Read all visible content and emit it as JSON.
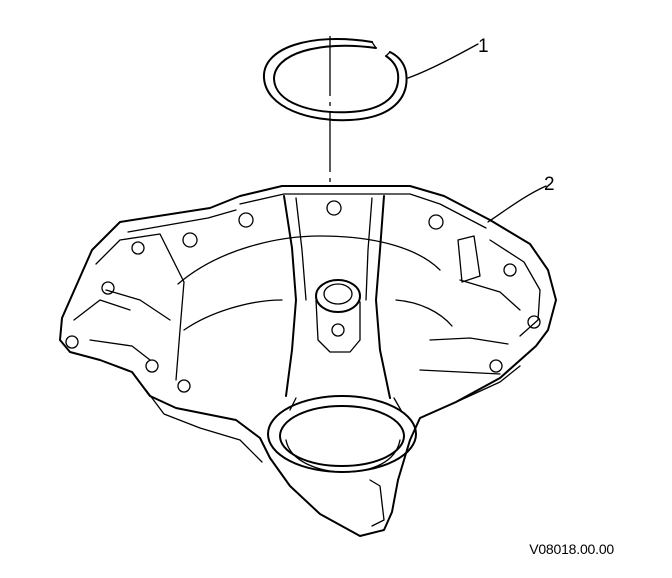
{
  "callouts": [
    {
      "number": "1"
    },
    {
      "number": "2"
    }
  ],
  "figure_id": "V08018.00.00"
}
